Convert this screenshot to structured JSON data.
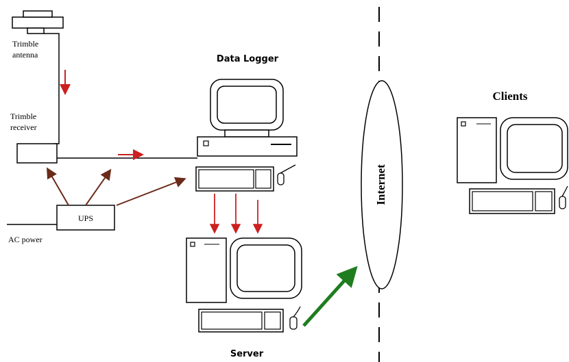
{
  "labels": {
    "antenna": [
      "Trimble",
      "antenna"
    ],
    "receiver": [
      "Trimble",
      "receiver"
    ],
    "data_logger": "Data Logger",
    "ups": "UPS",
    "ac_power": "AC power",
    "server": "Server",
    "internet": "Internet",
    "clients": "Clients"
  },
  "colors": {
    "line": "#000000",
    "data_flow": "#cc1f1f",
    "power_flow": "#6b2a1a",
    "internet_link": "#1e7d1e"
  },
  "icons": [
    "antenna-icon",
    "receiver-box",
    "ups-box",
    "desktop-computer-icon",
    "tower-computer-icon",
    "keyboard-icon",
    "mouse-icon",
    "internet-cloud"
  ]
}
